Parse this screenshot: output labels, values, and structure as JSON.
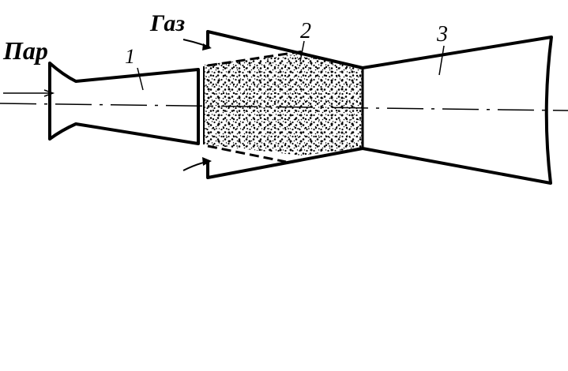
{
  "labels": {
    "steam": "Пар",
    "gas": "Газ",
    "part1": "1",
    "part2": "2",
    "part3": "3"
  },
  "colors": {
    "stroke": "#000000",
    "background": "#ffffff"
  }
}
